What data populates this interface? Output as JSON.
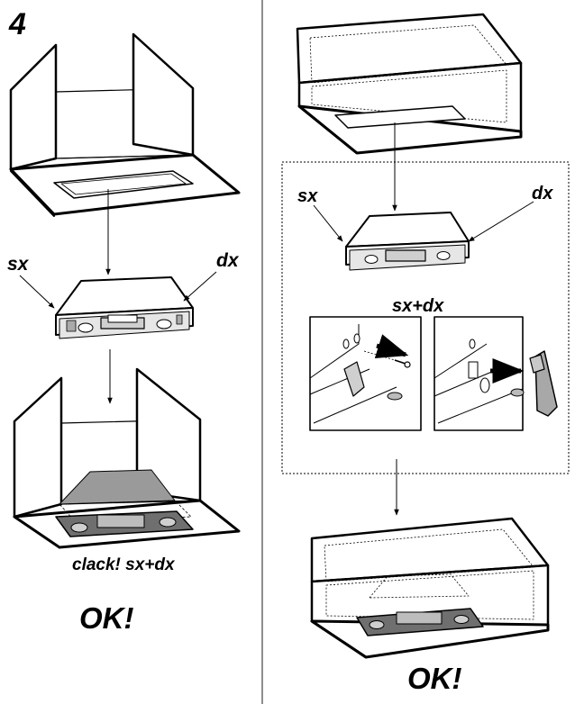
{
  "labels": {
    "step_number": "4",
    "sx": "sx",
    "dx": "dx",
    "sx_plus_dx": "sx+dx",
    "clack": "clack! sx+dx",
    "ok": "OK!"
  },
  "colors": {
    "line": "#000000",
    "panel_fill": "#ffffff",
    "shaded_fill": "#9a9a9a",
    "part_fill": "#bdbdbd",
    "dark_part": "#6f6f6f"
  }
}
